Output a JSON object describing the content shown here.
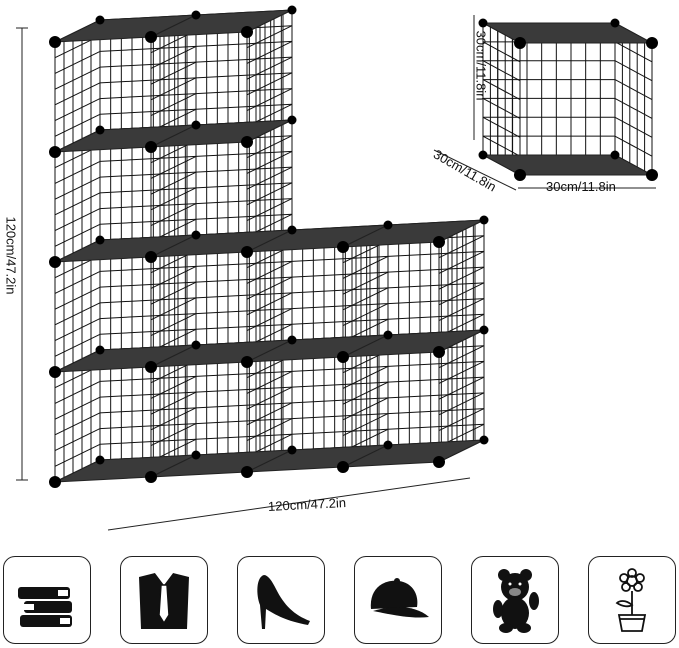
{
  "dimensions": {
    "height": "120cm/47.2in",
    "width": "120cm/47.2in",
    "cube_height": "30cm/11.8in",
    "cube_depth": "30cm/11.8in",
    "cube_width": "30cm/11.8in"
  },
  "usage_icons": [
    "books-icon",
    "shirt-tie-icon",
    "high-heel-icon",
    "cap-icon",
    "teddy-bear-icon",
    "flower-pot-icon"
  ],
  "colors": {
    "panel": "#3a3a3a",
    "wire": "#111111",
    "connector": "#000000"
  }
}
